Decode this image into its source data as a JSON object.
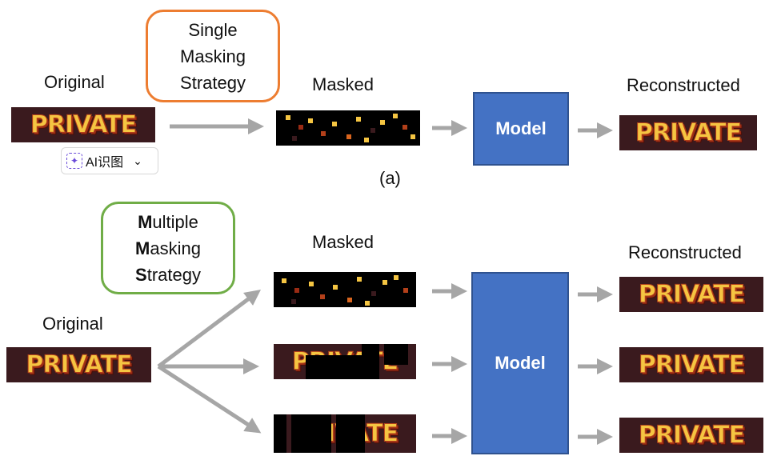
{
  "panel_a": {
    "original_label": "Original",
    "strategy_lines": [
      "Single",
      "Masking",
      "Strategy"
    ],
    "masked_label": "Masked",
    "model_label": "Model",
    "reconstructed_label": "Reconstructed",
    "caption": "(a)",
    "word": "PRIVATE",
    "ai_button_label": "AI识图",
    "ai_button_chevron": "⌄"
  },
  "panel_b": {
    "original_label": "Original",
    "strategy_lines": [
      {
        "initial": "M",
        "rest": "ultiple"
      },
      {
        "initial": "M",
        "rest": "asking"
      },
      {
        "initial": "S",
        "rest": "trategy"
      }
    ],
    "masked_label": "Masked",
    "model_label": "Model",
    "reconstructed_label": "Reconstructed",
    "word": "PRIVATE"
  },
  "colors": {
    "single_box_border": "#ed7d31",
    "multiple_box_border": "#70ad47",
    "model_fill": "#4472c4",
    "arrow": "#a6a6a6",
    "tile_bg": "#3a1a1e",
    "letter": "#f5c542"
  }
}
